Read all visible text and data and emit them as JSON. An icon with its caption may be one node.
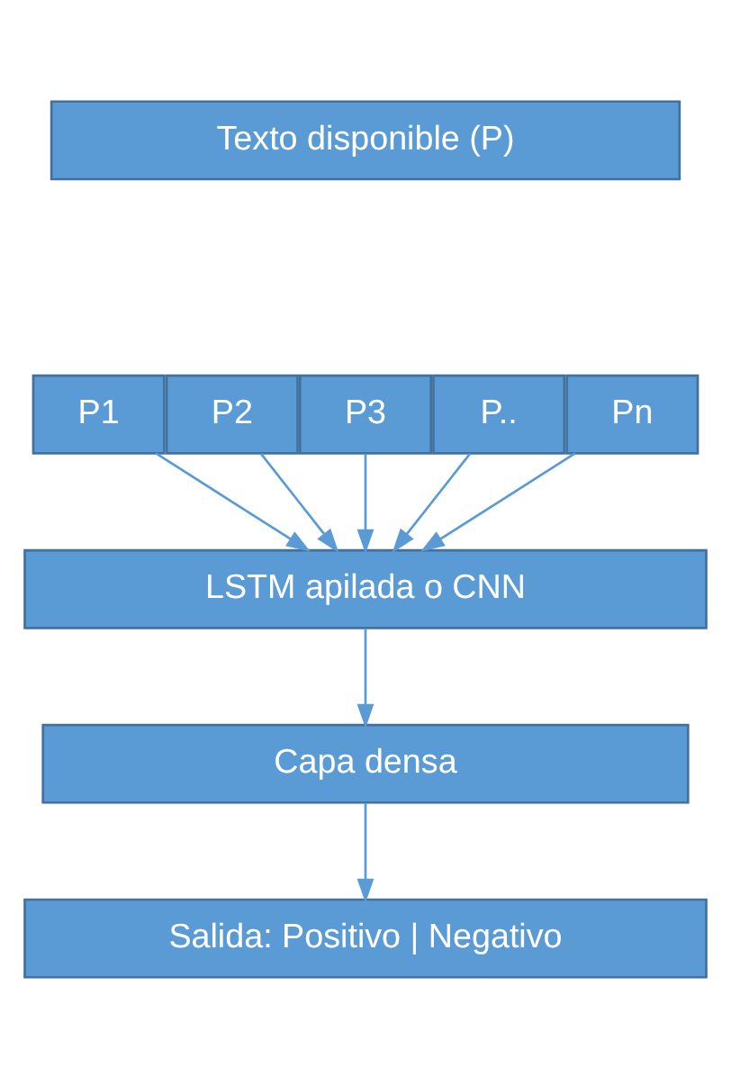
{
  "diagram": {
    "nodes": [
      {
        "text": [
          "Texto disponible (P)"
        ]
      },
      {
        "text": [
          "P1"
        ]
      },
      {
        "text": [
          "P2"
        ]
      },
      {
        "text": [
          "P3"
        ]
      },
      {
        "text": [
          "P.."
        ]
      },
      {
        "text": [
          "Pn"
        ]
      },
      {
        "text": [
          "LSTM apilada o CNN"
        ]
      },
      {
        "text": [
          "Capa densa"
        ]
      },
      {
        "text": [
          "Salida: Positivo | Negativo"
        ]
      }
    ],
    "edges": [
      {
        "from": 1,
        "to": 6,
        "arrow": "to"
      },
      {
        "from": 2,
        "to": 6,
        "arrow": "to"
      },
      {
        "from": 3,
        "to": 6,
        "arrow": "to"
      },
      {
        "from": 4,
        "to": 6,
        "arrow": "to"
      },
      {
        "from": 5,
        "to": 6,
        "arrow": "to"
      },
      {
        "from": 6,
        "to": 7,
        "arrow": "to"
      },
      {
        "from": 7,
        "to": 8,
        "arrow": "to"
      }
    ]
  }
}
